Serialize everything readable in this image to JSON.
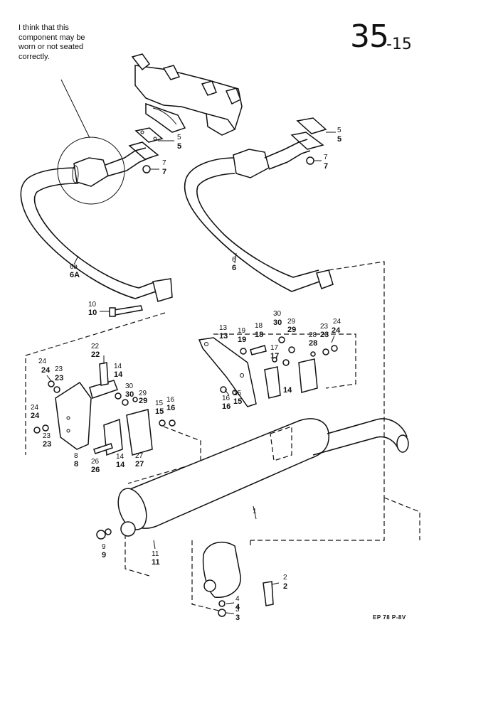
{
  "annotation": {
    "note": "I think that this component may be worn or not seated correctly."
  },
  "header": {
    "page_number": "35",
    "page_suffix": "-15"
  },
  "footer": {
    "reference_code": "EP 78 P-8V"
  },
  "callouts": [
    {
      "id": "c5a",
      "text": "5"
    },
    {
      "id": "c5b",
      "text": "5"
    },
    {
      "id": "c7a",
      "text": "7"
    },
    {
      "id": "c7b",
      "text": "7"
    },
    {
      "id": "c6a",
      "text": "6a"
    },
    {
      "id": "c6A",
      "text": "6A"
    },
    {
      "id": "c10a",
      "text": "10"
    },
    {
      "id": "c10b",
      "text": "10"
    },
    {
      "id": "c5c",
      "text": "5"
    },
    {
      "id": "c5d",
      "text": "5"
    },
    {
      "id": "c7c",
      "text": "7"
    },
    {
      "id": "c7d",
      "text": "7"
    },
    {
      "id": "c6b",
      "text": "6"
    },
    {
      "id": "c6c",
      "text": "6"
    },
    {
      "id": "c13a",
      "text": "13"
    },
    {
      "id": "c13b",
      "text": "13"
    },
    {
      "id": "c19a",
      "text": "19"
    },
    {
      "id": "c19b",
      "text": "19"
    },
    {
      "id": "c18a",
      "text": "18"
    },
    {
      "id": "c18b",
      "text": "18"
    },
    {
      "id": "c30a",
      "text": "30"
    },
    {
      "id": "c30b",
      "text": "30"
    },
    {
      "id": "c29a",
      "text": "29"
    },
    {
      "id": "c29b",
      "text": "29"
    },
    {
      "id": "c23a",
      "text": "23"
    },
    {
      "id": "c23b",
      "text": "23"
    },
    {
      "id": "c24a",
      "text": "24"
    },
    {
      "id": "c24b",
      "text": "24"
    },
    {
      "id": "c28a",
      "text": "28"
    },
    {
      "id": "c28b",
      "text": "28"
    },
    {
      "id": "c17a",
      "text": "17"
    },
    {
      "id": "c17b",
      "text": "17"
    },
    {
      "id": "c14a",
      "text": "14"
    },
    {
      "id": "c16a",
      "text": "16"
    },
    {
      "id": "c16b",
      "text": "16"
    },
    {
      "id": "c15a",
      "text": "15"
    },
    {
      "id": "c15b",
      "text": "15"
    },
    {
      "id": "c22a",
      "text": "22"
    },
    {
      "id": "c22b",
      "text": "22"
    },
    {
      "id": "c14b",
      "text": "14"
    },
    {
      "id": "c14c",
      "text": "14"
    },
    {
      "id": "c24c",
      "text": "24"
    },
    {
      "id": "c24d",
      "text": "24"
    },
    {
      "id": "c23c",
      "text": "23"
    },
    {
      "id": "c23d",
      "text": "23"
    },
    {
      "id": "c30c",
      "text": "30"
    },
    {
      "id": "c30d",
      "text": "30"
    },
    {
      "id": "c29c",
      "text": "29"
    },
    {
      "id": "c29d",
      "text": "29"
    },
    {
      "id": "c16c",
      "text": "16"
    },
    {
      "id": "c16d",
      "text": "16"
    },
    {
      "id": "c15c",
      "text": "15"
    },
    {
      "id": "c15d",
      "text": "15"
    },
    {
      "id": "c24e",
      "text": "24"
    },
    {
      "id": "c24f",
      "text": "24"
    },
    {
      "id": "c23e",
      "text": "23"
    },
    {
      "id": "c23f",
      "text": "23"
    },
    {
      "id": "c8a",
      "text": "8"
    },
    {
      "id": "c8b",
      "text": "8"
    },
    {
      "id": "c26a",
      "text": "26"
    },
    {
      "id": "c26b",
      "text": "26"
    },
    {
      "id": "c14d",
      "text": "14"
    },
    {
      "id": "c14e",
      "text": "14"
    },
    {
      "id": "c27a",
      "text": "27"
    },
    {
      "id": "c27b",
      "text": "27"
    },
    {
      "id": "c1",
      "text": "1"
    },
    {
      "id": "c9a",
      "text": "9"
    },
    {
      "id": "c9b",
      "text": "9"
    },
    {
      "id": "c11a",
      "text": "11"
    },
    {
      "id": "c11b",
      "text": "11"
    },
    {
      "id": "c2a",
      "text": "2"
    },
    {
      "id": "c2b",
      "text": "2"
    },
    {
      "id": "c4a",
      "text": "4"
    },
    {
      "id": "c4b",
      "text": "4"
    },
    {
      "id": "c3a",
      "text": "3"
    },
    {
      "id": "c3b",
      "text": "3"
    }
  ]
}
